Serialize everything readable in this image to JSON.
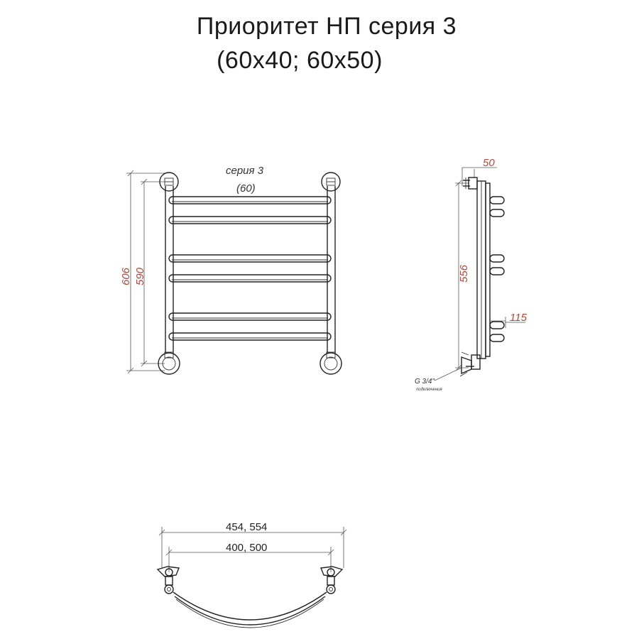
{
  "title": {
    "line1": "Приоритет НП серия 3",
    "line2": "(60x40; 60x50)"
  },
  "front_view": {
    "label_series": "серия 3",
    "label_model": "(60)",
    "dim_height_overall": "606",
    "dim_height_centers": "590",
    "rung_count": 6
  },
  "side_view": {
    "dim_top_offset": "50",
    "dim_height": "556",
    "dim_depth": "115",
    "connection_label": "G 3/4\"",
    "connection_note": "подключения"
  },
  "top_view": {
    "dim_width_overall": "454, 554",
    "dim_width_centers": "400, 500"
  },
  "colors": {
    "line": "#222222",
    "dimension_red": "#b04a3a"
  }
}
